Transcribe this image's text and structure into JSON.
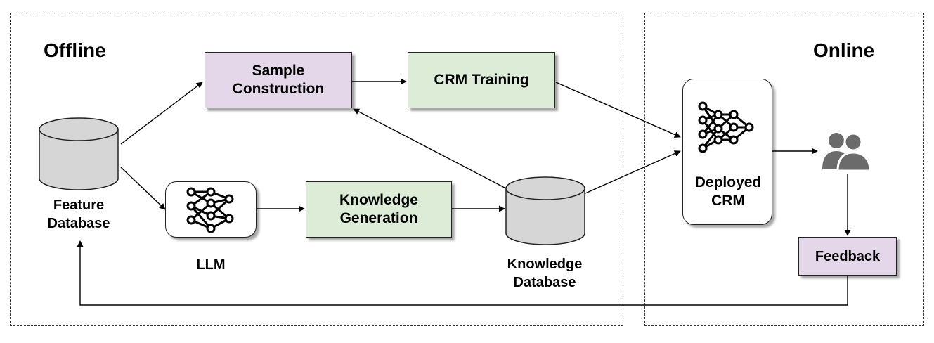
{
  "regions": {
    "offline_title": "Offline",
    "online_title": "Online"
  },
  "nodes": {
    "sample_construction": "Sample\nConstruction",
    "crm_training": "CRM Training",
    "knowledge_generation": "Knowledge\nGeneration",
    "feedback": "Feedback",
    "feature_database": "Feature\nDatabase",
    "llm": "LLM",
    "knowledge_database": "Knowledge\nDatabase",
    "deployed_crm": "Deployed\nCRM"
  },
  "icons": {
    "feature_database": "database-cylinder-icon",
    "knowledge_database": "database-cylinder-icon",
    "llm": "neural-network-icon",
    "deployed_crm": "neural-network-icon",
    "users": "users-icon"
  },
  "colors": {
    "purple_box": "#e4d7ea",
    "green_box": "#dcecd7",
    "cylinder": "#d6d6d6",
    "users_icon": "#6b6b6b"
  }
}
